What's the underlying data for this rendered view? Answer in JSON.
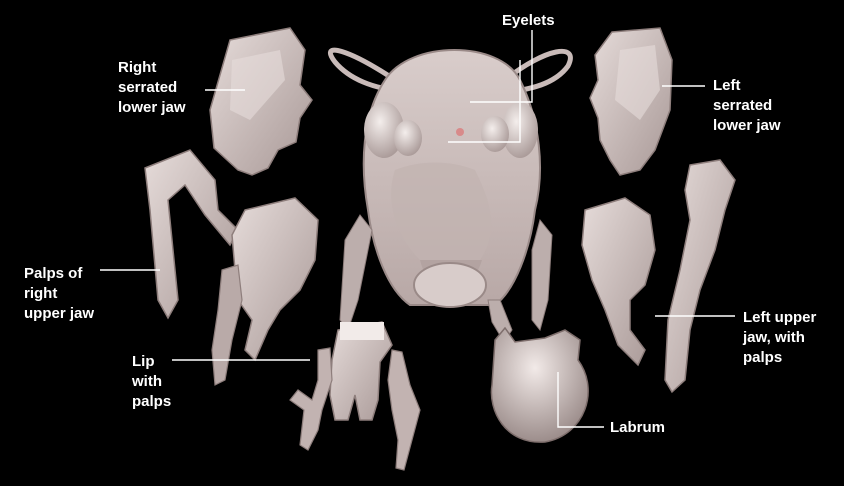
{
  "colors": {
    "background": "#000000",
    "part_fill": "#cdbfbd",
    "part_shade": "#9f8f8d",
    "part_light": "#eee6e4",
    "leader": "#ffffff",
    "label_text": "#ffffff"
  },
  "labels": {
    "eyelets": [
      "Eyelets"
    ],
    "right_jaw": [
      "Right",
      "serrated",
      "lower jaw"
    ],
    "left_jaw": [
      "Left",
      "serrated",
      "lower jaw"
    ],
    "right_palps": [
      "Palps of",
      "right",
      "upper jaw"
    ],
    "left_upper": [
      "Left upper",
      "jaw, with",
      "palps"
    ],
    "lip": [
      "Lip",
      "with",
      "palps"
    ],
    "labrum": [
      "Labrum"
    ]
  }
}
